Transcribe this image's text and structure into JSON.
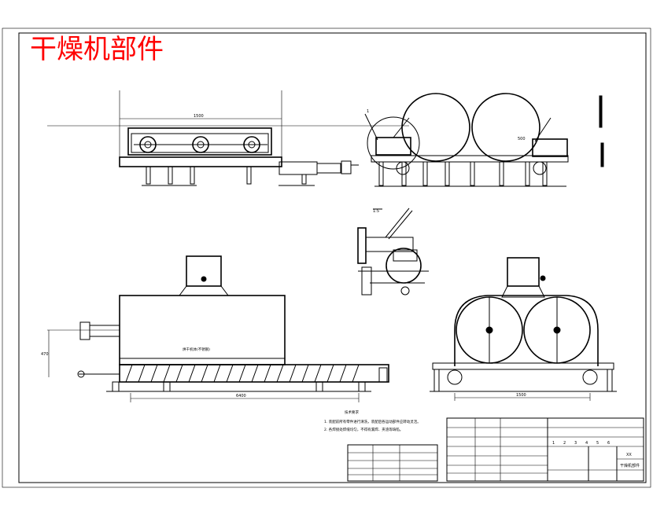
{
  "title": "干燥机部件",
  "views": {
    "side": {
      "dimension_length": "1500"
    },
    "end_top": {
      "leader_label": "1",
      "dimension_width": "500"
    },
    "detail": {
      "scale_label": "1:5"
    },
    "front": {
      "dimension_length": "6400",
      "dimension_height": "470",
      "body_label": "烘干机体(不锈钢)"
    },
    "end": {
      "dimension_width": "1500"
    }
  },
  "technical_requirements": {
    "heading": "技术要求",
    "lines": [
      "1. 装配前所有零件进行清洗，装配后各运动部件应转动灵活。",
      "2. 各焊接处焊缝均匀，不得有漏焊、夹渣等缺陷。"
    ]
  },
  "title_block": {
    "drawing_title": "干燥机部件",
    "code": "XX",
    "scale_cells": [
      "1",
      "2",
      "3",
      "4",
      "5",
      "6"
    ]
  }
}
